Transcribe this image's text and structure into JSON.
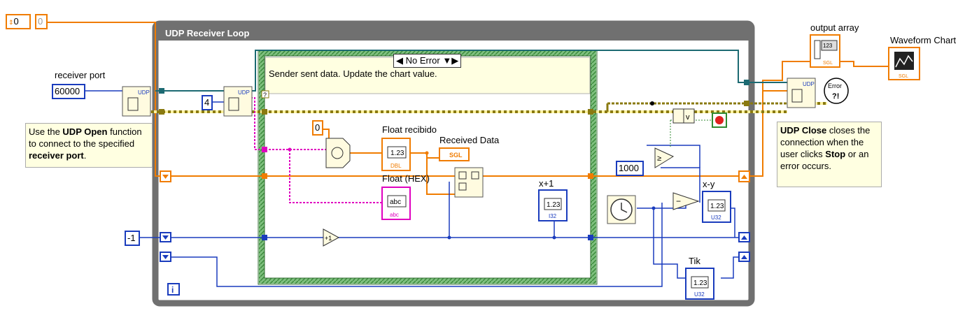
{
  "loop": {
    "title": "UDP Receiver Loop",
    "iteration_symbol": "i"
  },
  "case_structure": {
    "selector": "No Error",
    "comment": "Sender sent data. Update the chart value."
  },
  "controls": {
    "top_left_value": "0",
    "top_left_indicator": "0",
    "receiver_port_label": "receiver port",
    "receiver_port_value": "60000",
    "read_count": "4",
    "constant_zero": "0",
    "timeout_value": "1000",
    "neg_one": "-1"
  },
  "notes": {
    "open_parts": [
      "Use the ",
      "UDP Open",
      " function to connect to the specified ",
      "receiver port",
      "."
    ],
    "close_parts": [
      "UDP Close",
      " closes the connection when the user clicks ",
      "Stop",
      " or an error occurs."
    ]
  },
  "indicators": {
    "float_recibido": "Float recibido",
    "float_hex": "Float (HEX)",
    "received_data": "Received Data",
    "x_plus_1": "x+1",
    "x_minus_y": "x-y",
    "tik": "Tik",
    "output_array": "output array",
    "waveform_chart": "Waveform Chart"
  },
  "terminal_texts": {
    "numeric": "1.23",
    "string": "abc",
    "dbl": "DBL",
    "sgl": "SGL",
    "u32": "U32",
    "i32": "I32",
    "plus_one": "+1",
    "udp": "UDP",
    "error": "Error",
    "error_q": "?!",
    "array_num": "123"
  },
  "colors": {
    "loop_frame": "#707070",
    "case_frame": "#4a9a4a",
    "wire_orange": "#f07c00",
    "wire_blue": "#1a3cbd",
    "wire_pink": "#e000c0",
    "wire_cluster": "#8a7a10",
    "note_bg": "#ffffe1"
  }
}
